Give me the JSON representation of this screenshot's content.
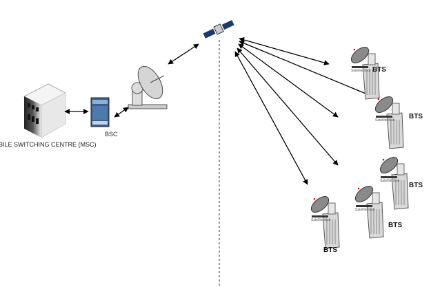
{
  "diagram": {
    "msc_label": "BILE SWITCHING CENTRE  (MSC)",
    "bsc_label": "BSC",
    "bts_sites": [
      {
        "label": "BTS",
        "dish_label": "Satellite dish"
      },
      {
        "label": "BTS",
        "dish_label": "Satellite dish"
      },
      {
        "label": "BTS",
        "dish_label": "Satellite dish"
      },
      {
        "label": "BTS",
        "dish_label": "Satellite dish"
      },
      {
        "label": "BTS",
        "dish_label": "Satellite dish"
      }
    ],
    "colors": {
      "line": "#000000",
      "building": "#d9d9d9",
      "bsc": "#3b5f8a"
    }
  }
}
